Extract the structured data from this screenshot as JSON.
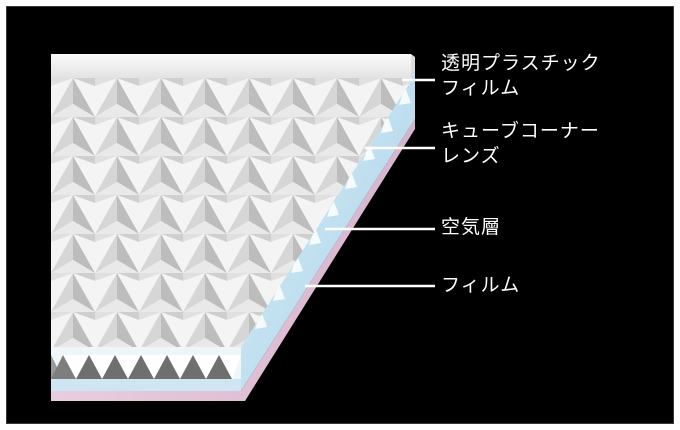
{
  "labels": {
    "transparent_film": {
      "line1": "透明プラスチック",
      "line2": "フィルム"
    },
    "cube_corner_lens": {
      "line1": "キューブコーナー",
      "line2": "レンズ"
    },
    "air_layer": {
      "line1": "空気層"
    },
    "film": {
      "line1": "フィルム"
    }
  },
  "colors": {
    "background": "#000000",
    "leader_line": "#ffffff",
    "label_text": "#ffffff",
    "front_film": "#f2f2f2",
    "lens_side": "#bfe3f2",
    "bottom_film": "#e6c8dc",
    "prism_shadow": "#8c8c8c"
  }
}
